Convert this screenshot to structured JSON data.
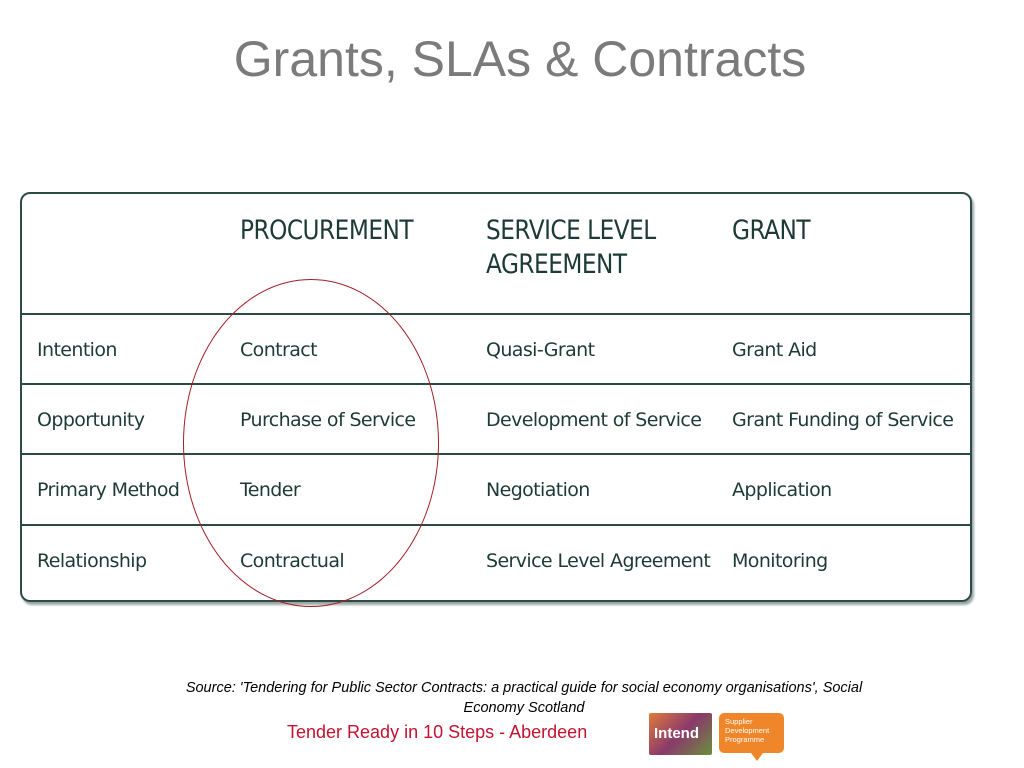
{
  "slide": {
    "title": "Grants, SLAs & Contracts"
  },
  "table": {
    "headers": [
      "PROCUREMENT",
      "SERVICE LEVEL AGREEMENT",
      "GRANT"
    ],
    "header_lines": [
      [
        "PROCUREMENT"
      ],
      [
        "SERVICE LEVEL",
        "AGREEMENT"
      ],
      [
        "GRANT"
      ]
    ],
    "rows": [
      {
        "label": "Intention",
        "procurement": "Contract",
        "sla": "Quasi-Grant",
        "grant": "Grant Aid"
      },
      {
        "label": "Opportunity",
        "procurement": "Purchase of Service",
        "sla": "Development of Service",
        "grant": "Grant Funding of Service"
      },
      {
        "label": "Primary Method",
        "procurement": "Tender",
        "sla": "Negotiation",
        "grant": "Application"
      },
      {
        "label": "Relationship",
        "procurement": "Contractual",
        "sla": "Service Level Agreement",
        "grant": "Monitoring"
      }
    ]
  },
  "source": {
    "line1": "Source: 'Tendering for Public Sector Contracts: a practical guide for social economy organisations', Social",
    "line2": "Economy Scotland"
  },
  "footer": {
    "text": "Tender Ready in 10 Steps - Aberdeen"
  },
  "logos": {
    "intend": "Intend",
    "sdp": "Supplier\nDevelopment\nProgramme"
  },
  "colors": {
    "title": "#7b7b7b",
    "table_text": "#1d3a36",
    "circle": "#a31f24",
    "footer": "#c4122f",
    "sdp_orange": "#f0862a"
  }
}
